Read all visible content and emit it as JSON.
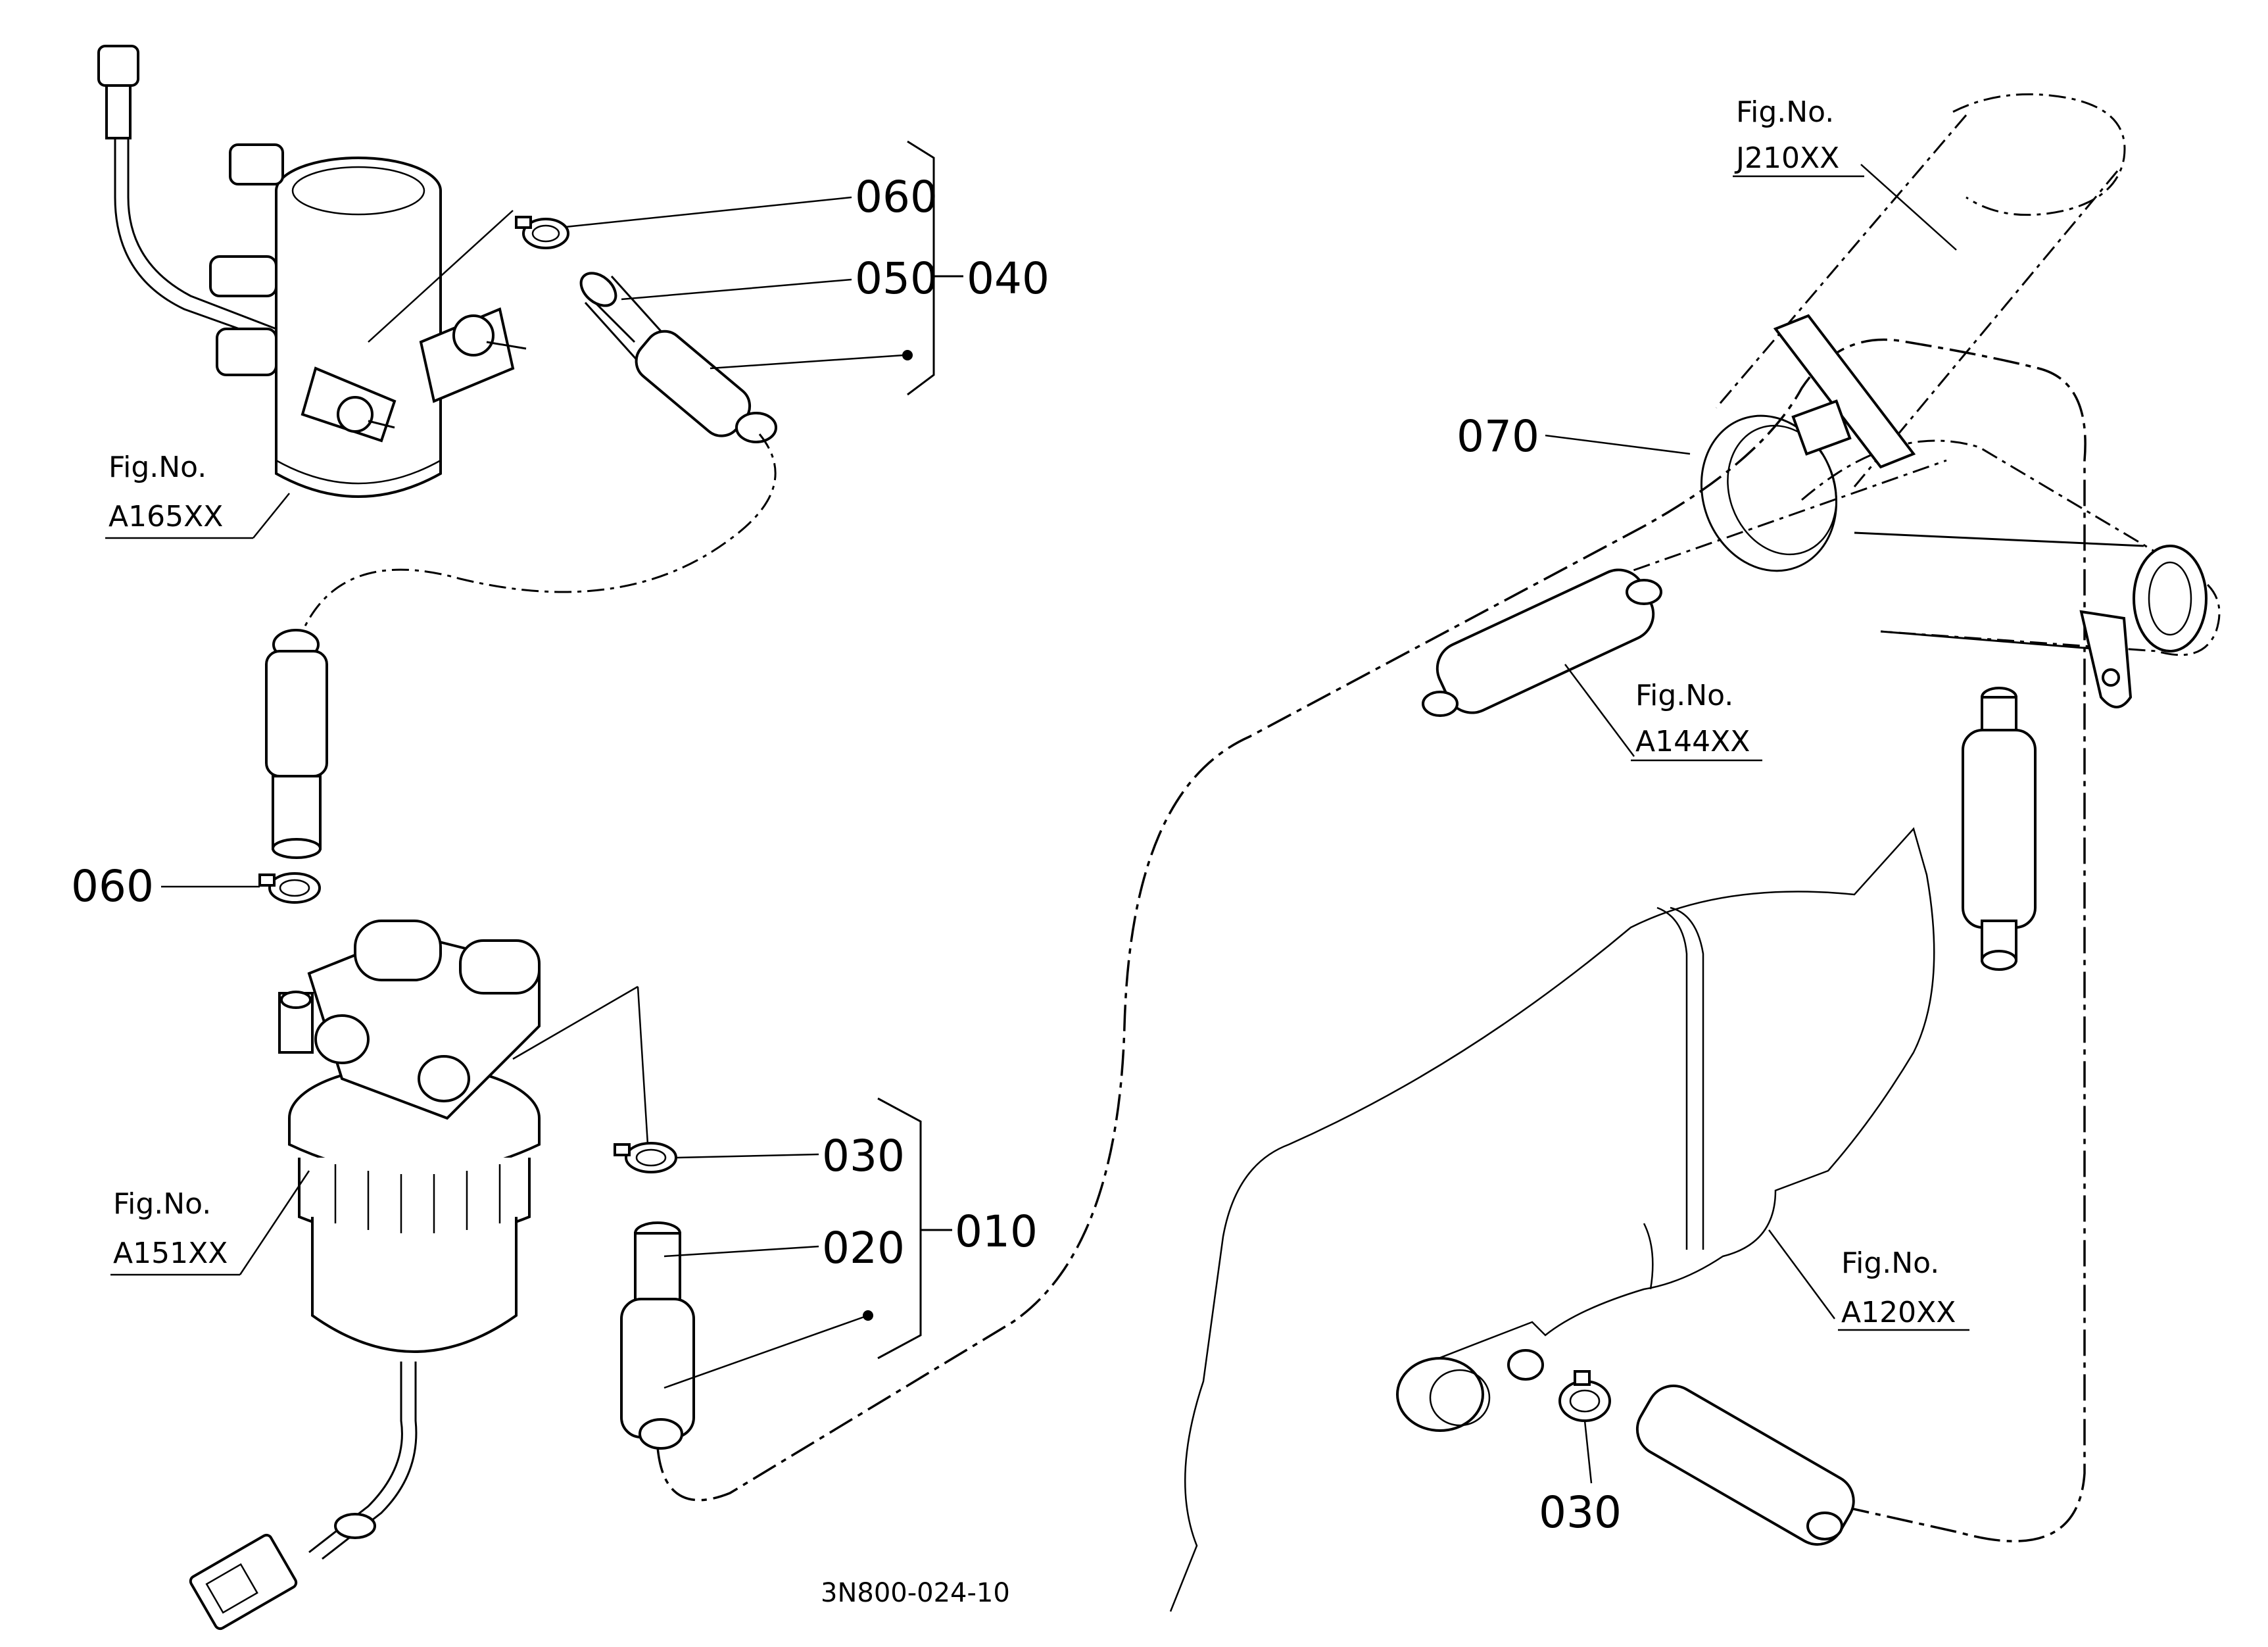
{
  "diagram": {
    "parts": {
      "p060_top": "060",
      "p050": "050",
      "p040": "040",
      "p060_left": "060",
      "p030_mid": "030",
      "p020": "020",
      "p010": "010",
      "p070": "070",
      "p030_bottom": "030"
    },
    "fig_refs": {
      "a165": {
        "title": "Fig.No.",
        "code": "A165XX"
      },
      "a151": {
        "title": "Fig.No.",
        "code": "A151XX"
      },
      "j210": {
        "title": "Fig.No.",
        "code": "J210XX"
      },
      "a144": {
        "title": "Fig.No.",
        "code": "A144XX"
      },
      "a120": {
        "title": "Fig.No.",
        "code": "A120XX"
      }
    },
    "drawing_code": "3N800-024-10"
  }
}
